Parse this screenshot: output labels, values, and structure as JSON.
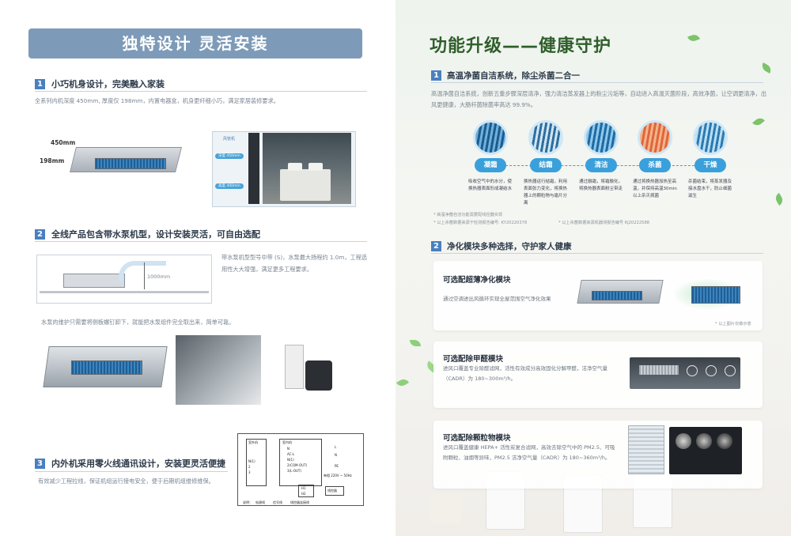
{
  "left": {
    "banner": "独特设计   灵活安装",
    "s1": {
      "num": "1",
      "title": "小巧机身设计，完美融入家装",
      "desc": "全系列内机深度 450mm, 厚度仅 198mm，内置电器盒，机身更纤细小巧，满足家居装修要求。",
      "dim_w": "450mm",
      "dim_h": "198mm",
      "room_label": "风管机",
      "room_pill1": "深度 450mm",
      "room_pill2": "高度 400mm"
    },
    "s2": {
      "num": "2",
      "title": "全线产品包含带水泵机型，设计安装灵活，可自由选配",
      "desc": "带水泵机型型号中带 (S)，水泵最大扬程约 1.0m，工程选用性大大增强，满足更多工程要求。",
      "lift": "1000mm",
      "note": "水泵的维护只需要将侧板螺钉卸下，就能把水泵组件完全取出来，简单可靠。"
    },
    "s3": {
      "num": "3",
      "title": "内外机采用零火线通讯设计，安装更灵活便捷",
      "desc": "有效减少工程拉线，保证机组运行接电安全，便于后期机组维修维保。",
      "wiring": {
        "outdoor": "室外机",
        "indoor": "室内机",
        "terms_left": [
          "N(1)",
          "2",
          "3"
        ],
        "terms_right": [
          "N",
          "AC-L",
          "N(1)",
          "2(COM-OUT)",
          "3(L-OUT)"
        ],
        "side": [
          "L",
          "N",
          "PE"
        ],
        "power": "单相 220V ~ 50Hz",
        "h": [
          "H1",
          "H2"
        ],
        "wire": "线控器",
        "legend": [
          "说明：",
          "电源线",
          "信号线",
          "线控器连接线"
        ]
      }
    }
  },
  "right": {
    "title": "功能升级——健康守护",
    "s1": {
      "num": "1",
      "title": "高温净菌自洁系统，除尘杀菌二合一",
      "desc": "高温净菌自洁系统，创新五重步骤深层清净，强力清洁蒸发器上的粉尘污垢等，自动进入高温灭菌阶段，高效净菌，让空调更清净，出风更健康，大肠杆菌除菌率高达 99.9%。",
      "stages": [
        {
          "name": "凝霜",
          "desc": "吸收空气中的水分，使换热器表面形成凝结水"
        },
        {
          "name": "结霜",
          "desc": "换热器运行结霜，利用表面张力变化，将换热器上的颗粒物与霜片分离"
        },
        {
          "name": "清洁",
          "desc": "通过融霜，将霜融化，将换热器表面粉尘带走"
        },
        {
          "name": "杀菌",
          "desc": "通过将换热器加热至高温，并保持高温30min 以上杀灭病菌"
        },
        {
          "name": "干燥",
          "desc": "杀菌结束，将蒸发器及接水盘水干，防止细菌滋生"
        }
      ],
      "note1": "* 高温净菌自洁功能需要配线控器实现",
      "note2": "* 以上杀菌数据来源于检测报告编号: KY20220378",
      "note3": "* 以上杀菌数据来源机器测报告编号 KJ20222588"
    },
    "s2": {
      "num": "2",
      "title": "净化模块多种选择，守护家人健康",
      "cards": [
        {
          "title": "可选配超薄净化模块",
          "text": "通过空调进出风循环实现全屋范围空气净化效果",
          "note": "* 以上图片仅做示意"
        },
        {
          "title": "可选配除甲醛模块",
          "text": "进风口覆盖专业除醛滤网，活性有效成分高效固化分解甲醛，洁净空气量（CADR）为 180~300m³/h。"
        },
        {
          "title": "可选配除颗粒物模块",
          "text": "进风口覆盖健康 HEPA+ 活性炭复合滤网，高效去除空气中的 PM2.5、可吸附颗粒、油烟等异味，PM2.5 洁净空气量（CADR）为 180~360m³/h。"
        }
      ]
    }
  },
  "colors": {
    "banner": "#7d9bb8",
    "accent": "#3aa0dc",
    "green_title": "#2f5f2a",
    "num_badge": "#4a7fbf"
  }
}
